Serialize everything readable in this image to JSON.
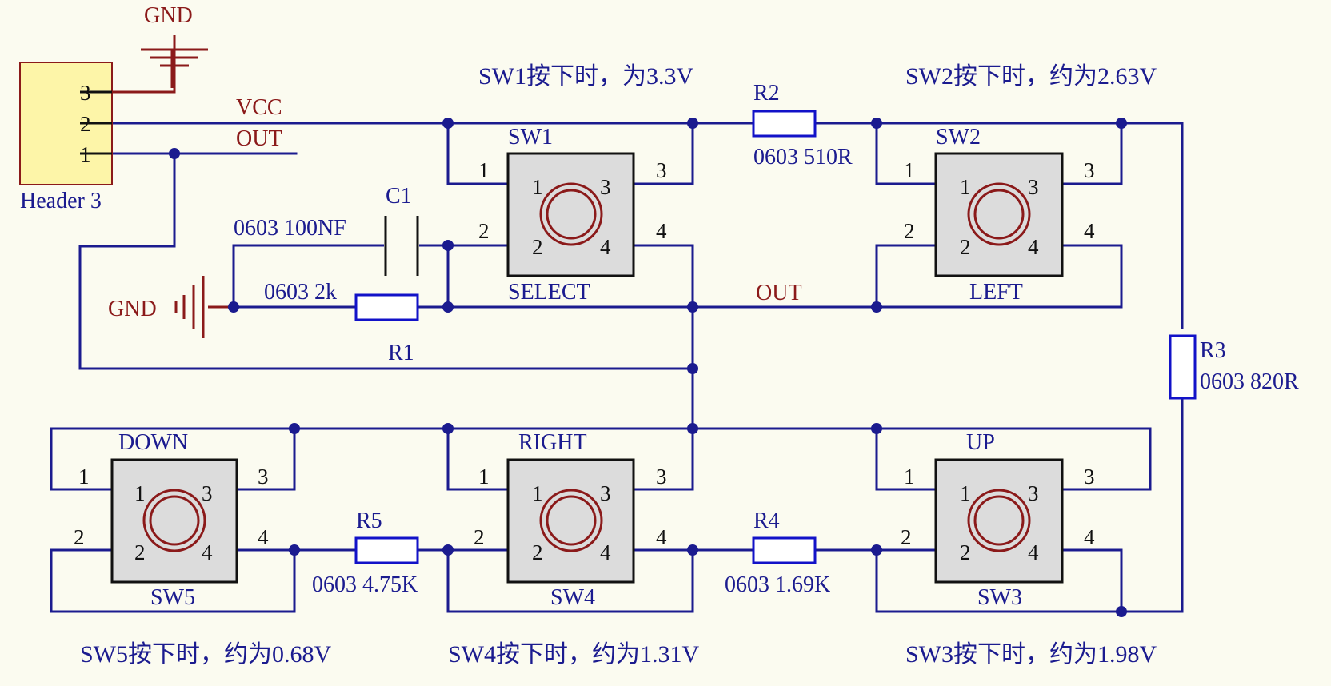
{
  "net_labels": {
    "vcc": "VCC",
    "out_top": "OUT",
    "out_mid": "OUT",
    "gnd_top": "GND",
    "gnd_left": "GND"
  },
  "header": {
    "name": "Header 3",
    "pins": [
      "3",
      "2",
      "1"
    ]
  },
  "capacitor": {
    "ref": "C1",
    "value": "0603 100NF"
  },
  "resistors": {
    "r1": {
      "ref": "R1",
      "value": "0603 2k"
    },
    "r2": {
      "ref": "R2",
      "value": "0603 510R"
    },
    "r3": {
      "ref": "R3",
      "value": "0603 820R"
    },
    "r4": {
      "ref": "R4",
      "value": "0603 1.69K"
    },
    "r5": {
      "ref": "R5",
      "value": "0603 4.75K"
    }
  },
  "switches": {
    "sw1": {
      "top": "SW1",
      "bottom": "SELECT"
    },
    "sw2": {
      "top": "SW2",
      "bottom": "LEFT"
    },
    "sw3": {
      "top": "UP",
      "bottom": "SW3"
    },
    "sw4": {
      "top": "RIGHT",
      "bottom": "SW4"
    },
    "sw5": {
      "top": "DOWN",
      "bottom": "SW5"
    }
  },
  "pin_numbers": {
    "p1": "1",
    "p2": "2",
    "p3": "3",
    "p4": "4"
  },
  "notes": {
    "sw1": "SW1按下时，为3.3V",
    "sw2": "SW2按下时，约为2.63V",
    "sw3": "SW3按下时，约为1.98V",
    "sw4": "SW4按下时，约为1.31V",
    "sw5": "SW5按下时，约为0.68V"
  },
  "colors": {
    "wire": "#1b1b8f",
    "label_red": "#8b1a1a",
    "background": "#fbfbf0",
    "header_fill": "#fdf5a8"
  }
}
